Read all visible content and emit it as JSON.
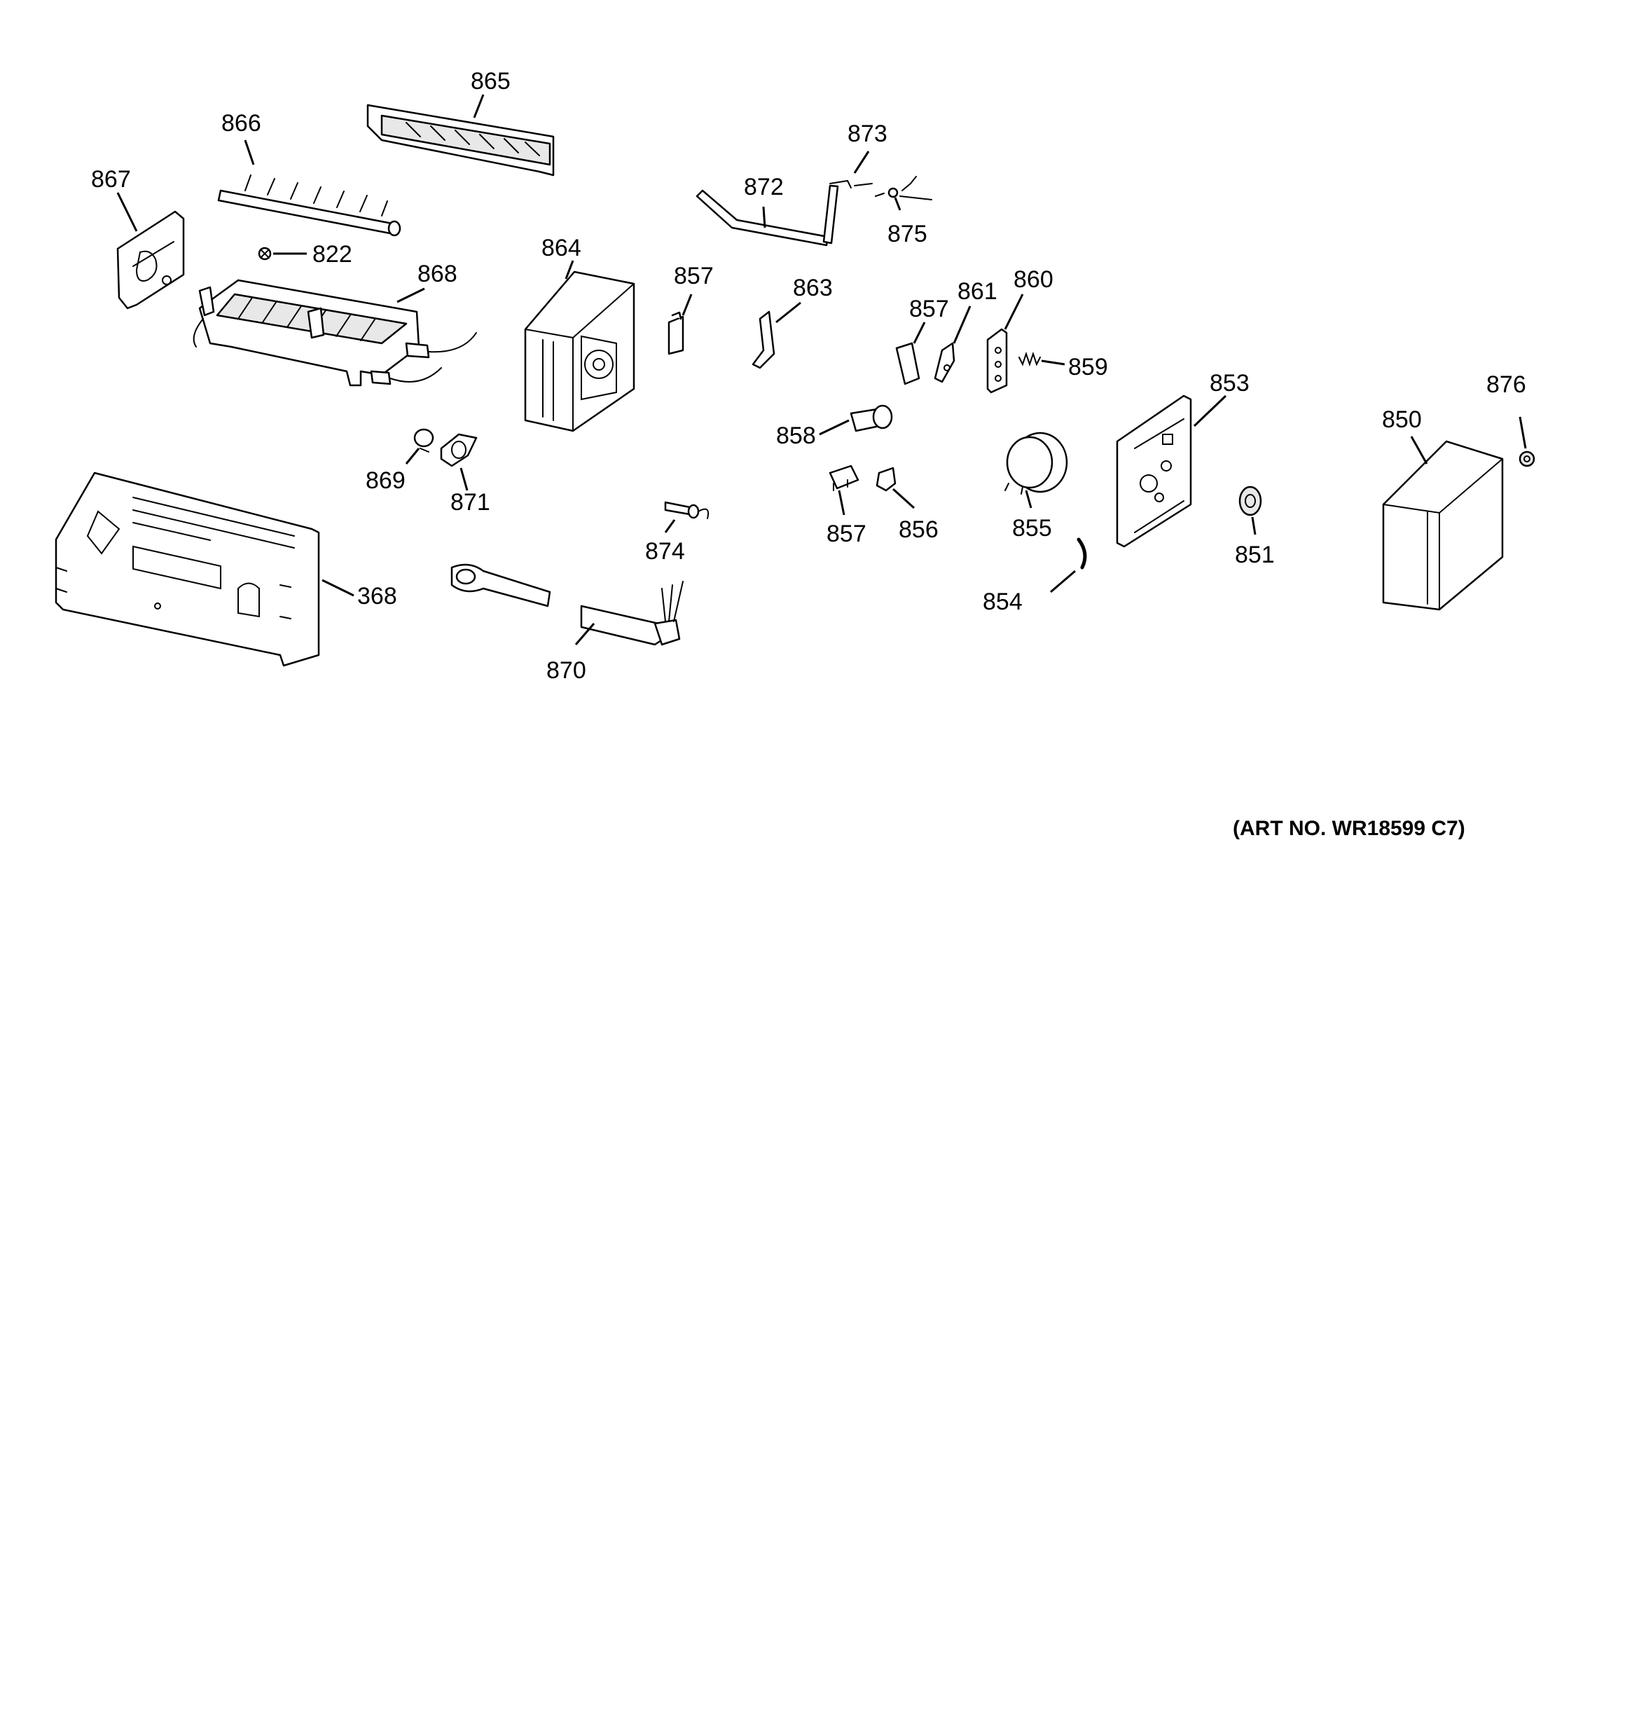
{
  "diagram": {
    "art_number": "(ART NO. WR18599 C7)",
    "callouts": [
      {
        "id": "865",
        "label": "865"
      },
      {
        "id": "866",
        "label": "866"
      },
      {
        "id": "867",
        "label": "867"
      },
      {
        "id": "822",
        "label": "822"
      },
      {
        "id": "868",
        "label": "868"
      },
      {
        "id": "864",
        "label": "864"
      },
      {
        "id": "872",
        "label": "872"
      },
      {
        "id": "873",
        "label": "873"
      },
      {
        "id": "875",
        "label": "875"
      },
      {
        "id": "857a",
        "label": "857"
      },
      {
        "id": "863",
        "label": "863"
      },
      {
        "id": "857b",
        "label": "857"
      },
      {
        "id": "861",
        "label": "861"
      },
      {
        "id": "860",
        "label": "860"
      },
      {
        "id": "859",
        "label": "859"
      },
      {
        "id": "853",
        "label": "853"
      },
      {
        "id": "876",
        "label": "876"
      },
      {
        "id": "850",
        "label": "850"
      },
      {
        "id": "858",
        "label": "858"
      },
      {
        "id": "869",
        "label": "869"
      },
      {
        "id": "871",
        "label": "871"
      },
      {
        "id": "857c",
        "label": "857"
      },
      {
        "id": "856",
        "label": "856"
      },
      {
        "id": "855",
        "label": "855"
      },
      {
        "id": "851",
        "label": "851"
      },
      {
        "id": "874",
        "label": "874"
      },
      {
        "id": "368",
        "label": "368"
      },
      {
        "id": "854",
        "label": "854"
      },
      {
        "id": "870",
        "label": "870"
      }
    ]
  }
}
